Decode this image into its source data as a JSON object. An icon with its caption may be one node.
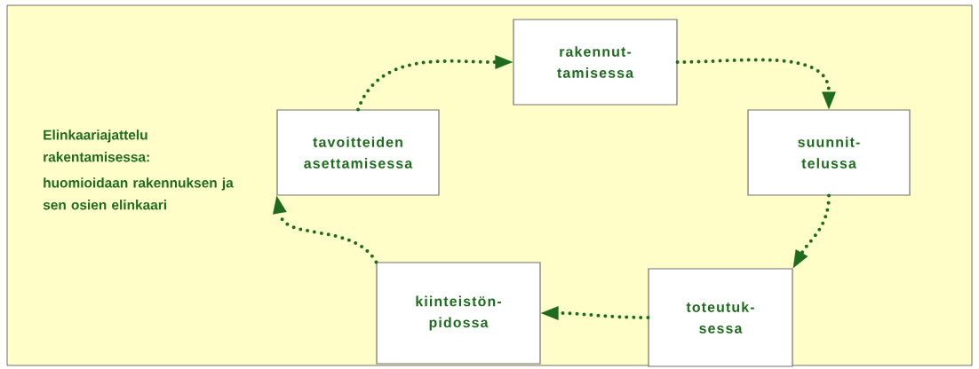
{
  "diagram": {
    "nodes": [
      {
        "text": [
          "rakennut- tamisessa"
        ]
      },
      {
        "text": [
          "tavoitteiden asettamisessa"
        ]
      },
      {
        "text": [
          "suunnit- telussa"
        ]
      },
      {
        "text": [
          "kiinteistön- pidossa"
        ]
      },
      {
        "text": [
          "toteutuk- sessa"
        ]
      }
    ],
    "edges": [
      {
        "from": 1,
        "to": 0,
        "arrow": "to"
      },
      {
        "from": 0,
        "to": 2,
        "arrow": "to"
      },
      {
        "from": 2,
        "to": 4,
        "arrow": "to"
      },
      {
        "from": 4,
        "to": 3,
        "arrow": "to"
      },
      {
        "from": 3,
        "to": 1,
        "arrow": "to"
      }
    ],
    "labels": [
      "Elinkaariajattelu rakentamisessa:",
      "huomioidaan rakennuksen ja sen osien elinkaari"
    ]
  }
}
